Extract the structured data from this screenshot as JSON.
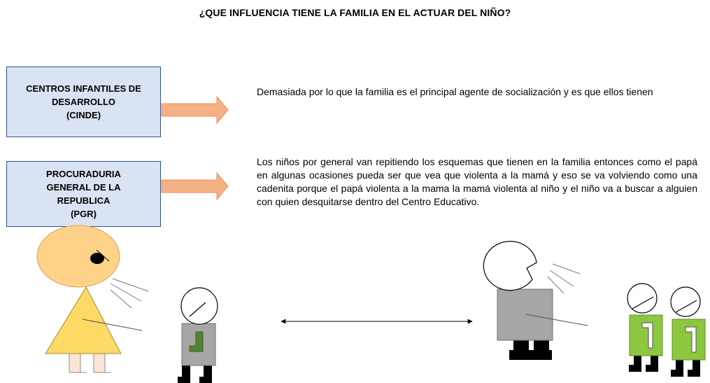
{
  "title": "¿QUE INFLUENCIA TIENE LA FAMILIA EN EL ACTUAR DEL NIÑO?",
  "organizations": [
    {
      "lines": [
        "CENTROS INFANTILES DE",
        "DESARROLLO",
        "(CINDE)"
      ],
      "answer": "Demasiada por lo que la familia es el principal agente de socialización y es que ellos tienen"
    },
    {
      "lines": [
        "PROCURADURIA",
        "GENERAL DE LA",
        "REPUBLICA",
        "(PGR)"
      ],
      "answer": "Los niños por general van repitiendo los esquemas que tienen en la familia entonces como el papá en algunas ocasiones pueda ser que vea que violenta a la mamá y eso se va volviendo como una cadenita porque el papá violenta a la mama la mamá violenta al niño y el niño va a buscar a alguien con quien desquitarse dentro del Centro Educativo."
    }
  ],
  "colors": {
    "box_fill": "#dae3f3",
    "box_border": "#2f528f",
    "arrow_fill": "#f4b183",
    "mother_head": "#ffd28a",
    "mother_body": "#ffd966",
    "mother_legs": "#fbe5d6",
    "child_body_gray": "#a6a6a6",
    "child_body_green": "#8dc63f",
    "child_hands": "#548235",
    "father_body": "#a6a6a6",
    "feet": "#000000"
  }
}
